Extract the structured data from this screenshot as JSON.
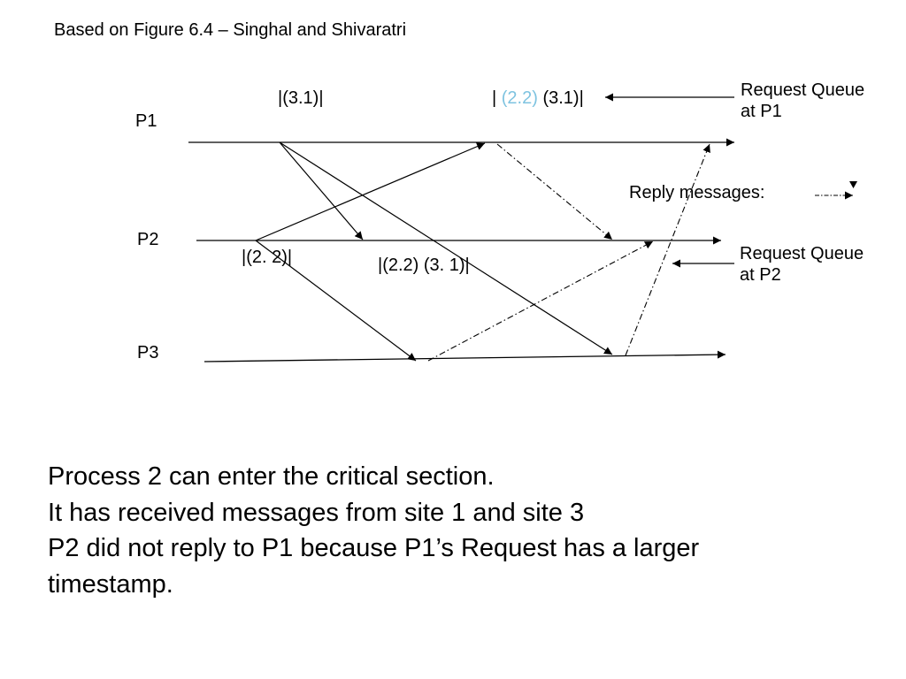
{
  "caption": "Based on Figure 6.4 – Singhal and Shivaratri",
  "processes": [
    {
      "id": "p1",
      "label": "P1"
    },
    {
      "id": "p2",
      "label": "P2"
    },
    {
      "id": "p3",
      "label": "P3"
    }
  ],
  "queue_labels": {
    "p1_queue_a": "|(3.1)|",
    "p1_queue_b_prefix": "|",
    "p1_queue_b_highlight": "(2.2)",
    "p1_queue_b_suffix": "(3.1)|",
    "p2_queue_a": "|(2. 2)|",
    "p2_queue_b": "|(2.2) (3. 1)|"
  },
  "annotations": {
    "request_queue_p1": [
      "Request Queue",
      "at P1"
    ],
    "request_queue_p2": [
      "Request Queue",
      "at P2"
    ],
    "reply_messages": "Reply messages:"
  },
  "explanation_lines": [
    "Process 2 can enter the critical section.",
    "It has received messages from site 1 and site 3",
    "P2 did not reply to P1 because P1’s Request has a larger",
    "timestamp."
  ],
  "colors": {
    "text": "#000000",
    "highlight": "#7ec3e0",
    "background": "#ffffff"
  }
}
